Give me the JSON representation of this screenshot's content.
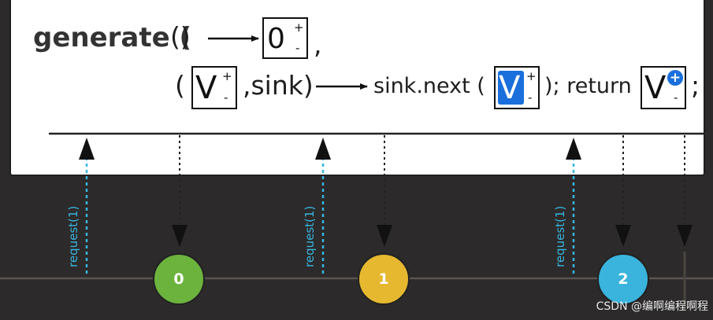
{
  "formula": {
    "keyword": "generate (",
    "arg_open": "()",
    "initial_state": "0",
    "comma": ",",
    "lambda_open": "(",
    "state_var": "V",
    "sink_param": ",sink)",
    "call_text": "sink.next (",
    "call_close": "); return",
    "end": ";",
    "plus": "+",
    "minus": "-"
  },
  "timeline": {
    "request_label": "request(1)",
    "nodes": [
      {
        "label": "0",
        "color": "#6cb33e"
      },
      {
        "label": "1",
        "color": "#e6b830"
      },
      {
        "label": "2",
        "color": "#3ab4dc"
      }
    ]
  },
  "colors": {
    "request": "#38b6e0",
    "highlight": "#1a6fdc"
  },
  "watermark": "CSDN @编啊编程啊程"
}
